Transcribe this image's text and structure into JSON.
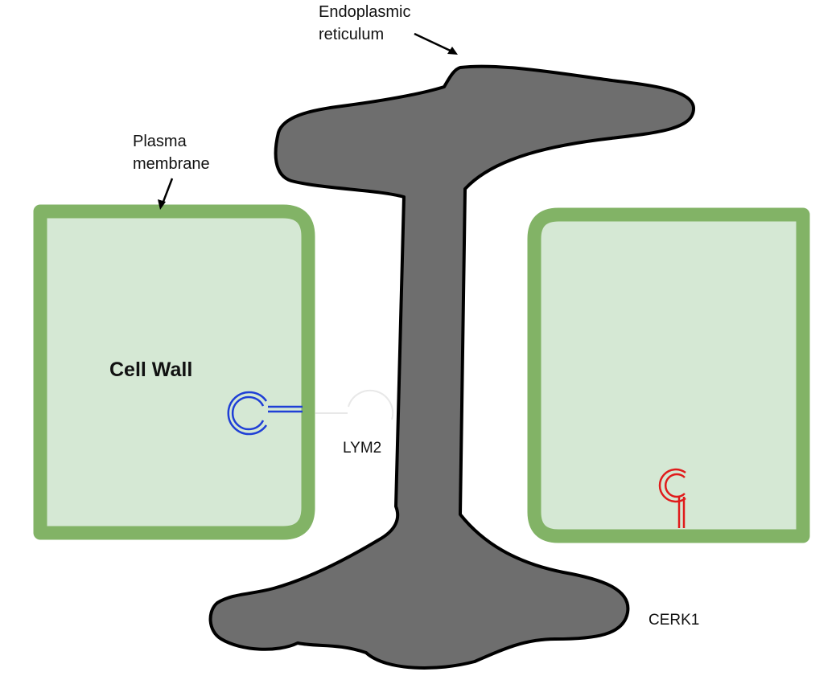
{
  "labels": {
    "er_line1": "Endoplasmic",
    "er_line2": "reticulum",
    "pm_line1": "Plasma",
    "pm_line2": "membrane",
    "cell_wall": "Cell Wall",
    "lym2": "LYM2",
    "cerk1": "CERK1"
  },
  "colors": {
    "cell_fill": "#d5e8d4",
    "membrane": "#82b366",
    "er_fill": "#6e6e6e",
    "er_outline": "#000000",
    "lym2_receptor": "#1f3fd6",
    "cerk1_receptor": "#e01b1b"
  }
}
